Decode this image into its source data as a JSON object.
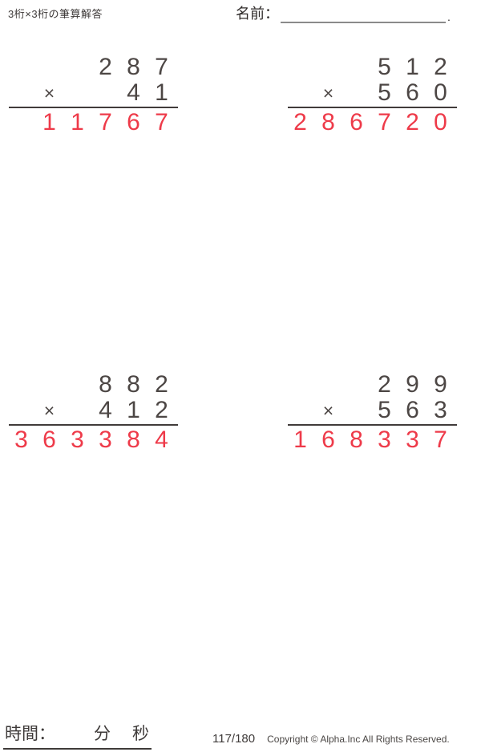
{
  "header": {
    "title": "3桁×3桁の筆算解答",
    "name_label": "名前：",
    "name_suffix": "."
  },
  "symbols": {
    "times": "×"
  },
  "colors": {
    "answer_red": "#ee3a49"
  },
  "problems": [
    {
      "multiplicand": "287",
      "multiplier": "41",
      "product": "11767"
    },
    {
      "multiplicand": "512",
      "multiplier": "560",
      "product": "286720"
    },
    {
      "multiplicand": "882",
      "multiplier": "412",
      "product": "363384"
    },
    {
      "multiplicand": "299",
      "multiplier": "563",
      "product": "168337"
    }
  ],
  "footer": {
    "time_label": "時間：",
    "minutes_label": "分",
    "seconds_label": "秒",
    "page": "117/180",
    "copyright": "Copyright © Alpha.Inc All Rights Reserved."
  }
}
